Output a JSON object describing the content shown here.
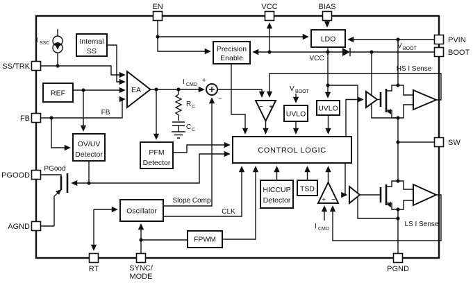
{
  "pins": {
    "en": "EN",
    "vcc": "VCC",
    "bias": "BIAS",
    "pvin": "PVIN",
    "boot": "BOOT",
    "sw": "SW",
    "pgnd": "PGND",
    "rt": "RT",
    "sync1": "SYNC/",
    "sync2": "MODE",
    "ss_trk": "SS/TRK",
    "fb": "FB",
    "pgood": "PGOOD",
    "agnd": "AGND"
  },
  "blocks": {
    "internal_ss1": "Internal",
    "internal_ss2": "SS",
    "ref": "REF",
    "ea": "EA",
    "ovuv1": "OV/UV",
    "ovuv2": "Detector",
    "pfm1": "PFM",
    "pfm2": "Detector",
    "pe1": "Precision",
    "pe2": "Enable",
    "ldo": "LDO",
    "uvlo1": "UVLO",
    "uvlo2": "UVLO",
    "control_logic": "CONTROL LOGIC",
    "hiccup1": "HICCUP",
    "hiccup2": "Detector",
    "tsd": "TSD",
    "osc": "Oscillator",
    "fpwm": "FPWM"
  },
  "nets": {
    "issc_m": "I",
    "issc_s": "SSC",
    "icmd_m": "I",
    "icmd_s": "CMD",
    "icmd2_m": "I",
    "icmd2_s": "CMD",
    "vcc": "VCC",
    "vboot_m": "V",
    "vboot_s": "BOOT",
    "vboot2_m": "V",
    "vboot2_s": "BOOT",
    "rc_m": "R",
    "rc_s": "C",
    "cc_m": "C",
    "cc_s": "C",
    "fb": "FB",
    "pgood": "PGood",
    "slope": "Slope Comp",
    "clk": "CLK",
    "hs_isense": "HS I Sense",
    "ls_isense": "LS I Sense",
    "sum_plus": "+",
    "sum_minus": "−",
    "pwm_minus": "−",
    "pwm_plus": "+",
    "ls_plus": "+",
    "ls_minus": "−"
  }
}
